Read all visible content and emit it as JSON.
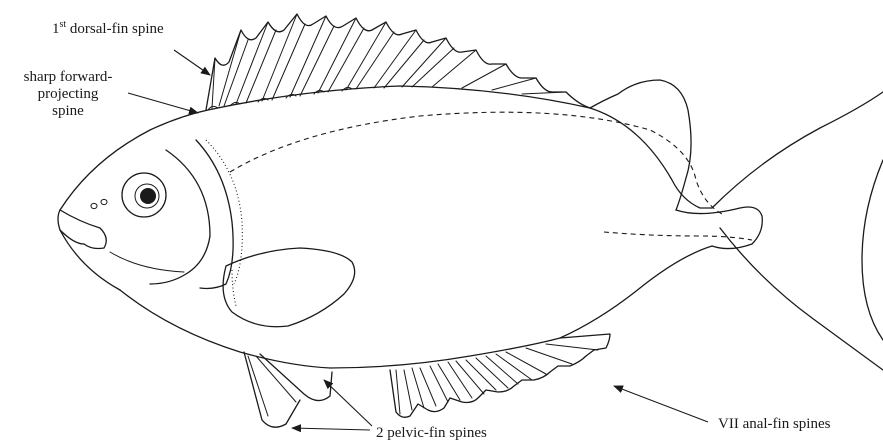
{
  "labels": {
    "dorsal_spine_main": "1",
    "dorsal_spine_sup": "st",
    "dorsal_spine_rest": " dorsal-fin spine",
    "forward_spine_line1": "sharp forward-",
    "forward_spine_line2": "projecting",
    "forward_spine_line3": "spine",
    "pelvic_spines": "2 pelvic-fin spines",
    "anal_spines": "VII anal-fin spines"
  }
}
